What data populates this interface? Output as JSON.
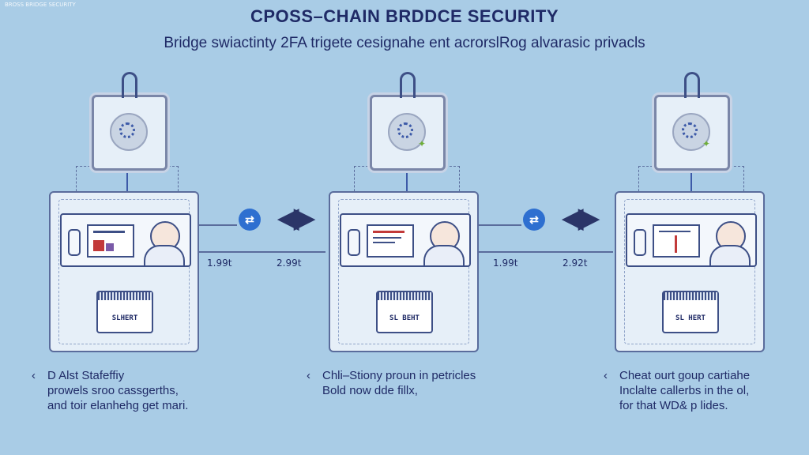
{
  "corner_text": "BROSS BRIDGE SECURITY",
  "title": "CPOSS–CHAIN BRDDCE SECURITY",
  "subtitle": "Bridge swiactinty 2FA trigete cesignahe ent acrorslRog alvarasic privacls",
  "connectors": [
    {
      "icon": "swap-icon",
      "left_rate": "1.99t",
      "right_rate": "2.99t"
    },
    {
      "icon": "swap-icon",
      "left_rate": "1.99t",
      "right_rate": "2.92t"
    }
  ],
  "stages": [
    {
      "badge": "SLHERT",
      "desc": [
        "D Alst Stafeffiy",
        "prowels sroo cassgerths,",
        "and toir elanhehg get mari."
      ]
    },
    {
      "badge": "SL BEHT",
      "desc": [
        "Chli–Stiony proun in petricles",
        "Bold now dde fillx,"
      ]
    },
    {
      "badge": "SL HERT",
      "desc": [
        "Cheat ourt goup cartiahe",
        "Inclalte callerbs in the ol,",
        "for that WD& p lides."
      ]
    }
  ],
  "colors": {
    "background": "#a9cce6",
    "accent": "#2e6fd0",
    "ink": "#1f2a66"
  }
}
